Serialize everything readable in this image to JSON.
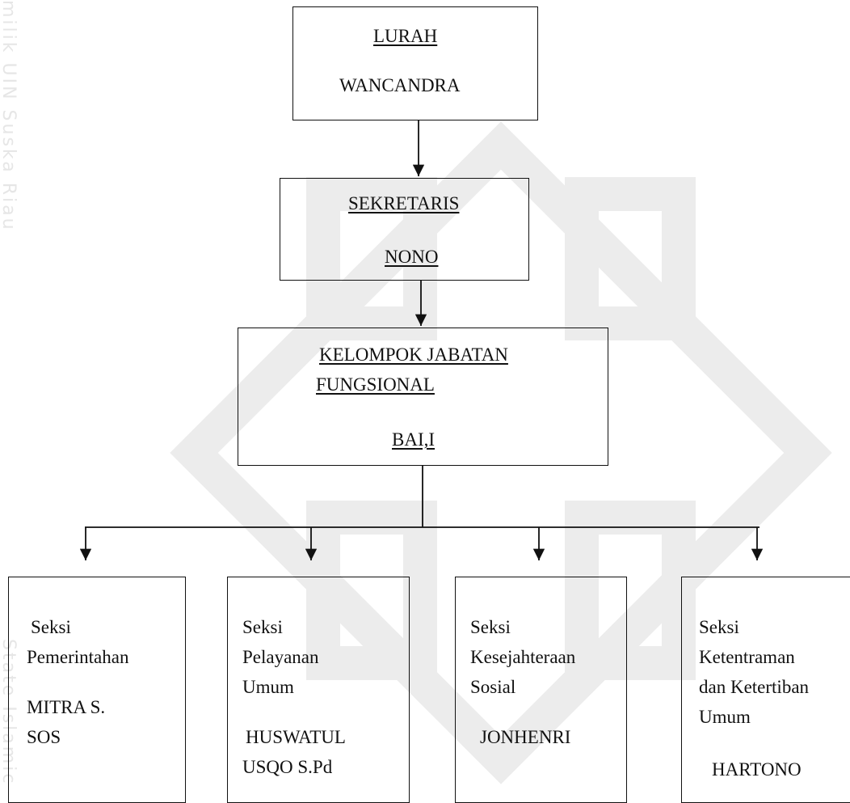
{
  "watermark": {
    "side_top": "milik UIN Suska Riau",
    "side_bottom": "State Islamic"
  },
  "org_chart": {
    "lurah": {
      "title": "LURAH",
      "name": "WANCANDRA"
    },
    "sekretaris": {
      "title": "SEKRETARIS",
      "name": "NONO"
    },
    "kelompok": {
      "title_line1": "KELOMPOK JABATAN",
      "title_line2": "FUNGSIONAL",
      "name": "BAI,I"
    },
    "seksi": [
      {
        "lines": [
          "Seksi",
          "Pemerintahan"
        ],
        "name_lines": [
          "MITRA S.",
          "SOS"
        ]
      },
      {
        "lines": [
          "Seksi",
          "Pelayanan",
          "Umum"
        ],
        "name_lines": [
          "HUSWATUL",
          "USQO S.Pd"
        ]
      },
      {
        "lines": [
          "Seksi",
          "Kesejahteraan",
          "Sosial"
        ],
        "name_lines": [
          "JONHENRI"
        ]
      },
      {
        "lines": [
          "Seksi",
          "Ketentraman",
          "dan Ketertiban",
          "Umum"
        ],
        "name_lines": [
          "HARTONO"
        ]
      }
    ]
  }
}
